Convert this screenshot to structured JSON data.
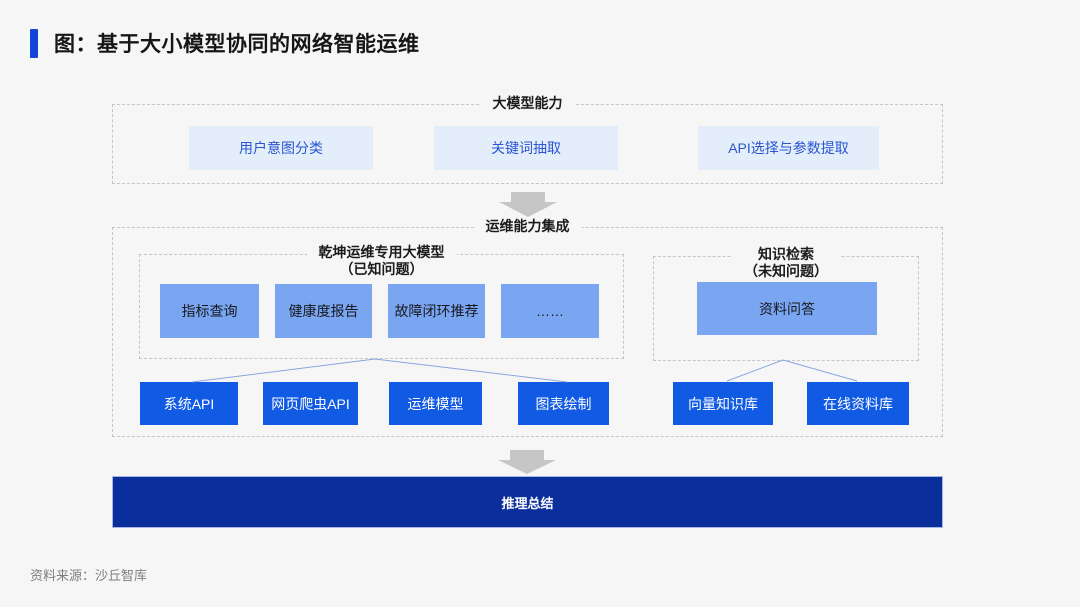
{
  "header": {
    "title": "图：基于大小模型协同的网络智能运维"
  },
  "footer": {
    "source": "资料来源：沙丘智库"
  },
  "diagram": {
    "large_model": {
      "label": "大模型能力",
      "items": [
        "用户意图分类",
        "关键词抽取",
        "API选择与参数提取"
      ]
    },
    "integration": {
      "label": "运维能力集成",
      "left_group": {
        "title": "乾坤运维专用大模型",
        "subtitle": "（已知问题）",
        "capabilities": [
          "指标查询",
          "健康度报告",
          "故障闭环推荐",
          "……"
        ],
        "resources": [
          "系统API",
          "网页爬虫API",
          "运维模型",
          "图表绘制"
        ]
      },
      "right_group": {
        "title": "知识检索",
        "subtitle": "（未知问题）",
        "capabilities": [
          "资料问答"
        ],
        "resources": [
          "向量知识库",
          "在线资料库"
        ]
      }
    },
    "summary_bar": {
      "label": "推理总结"
    }
  },
  "colors": {
    "accent_blue": "#1443d8",
    "light_box_bg": "#e4eefb",
    "light_box_text": "#2a55cf",
    "medium_box_bg": "#7aa5f1",
    "resource_box_bg": "#115ae3",
    "summary_bar_bg": "#0a2e9b",
    "arrow_gray": "#c6c6c7",
    "dashed_border": "#c5c5c7",
    "connector_line": "#8aa6e0",
    "background": "#f6f6f7"
  }
}
